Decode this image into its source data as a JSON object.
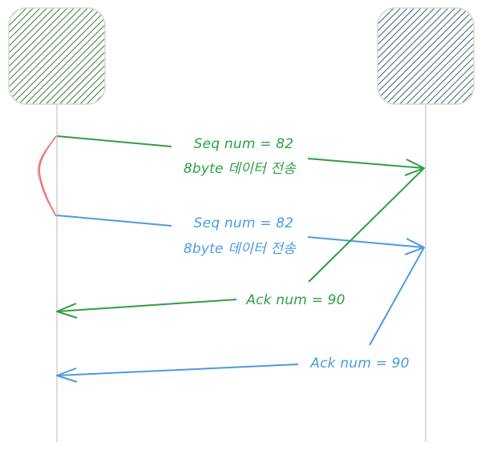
{
  "nodes": {
    "left": {
      "label": "",
      "color": "#2f5f2f"
    },
    "right": {
      "label": "",
      "color": "#2e4a5e"
    }
  },
  "messages": [
    {
      "line1": "Seq num = 82",
      "line2": "8byte 데이터 전송",
      "color": "#2f9e44"
    },
    {
      "line1": "Seq num = 82",
      "line2": "8byte 데이터 전송",
      "color": "#4a9be0"
    },
    {
      "line1": "Ack num = 90",
      "color": "#2f9e44"
    },
    {
      "line1": "Ack num = 90",
      "color": "#4a9be0"
    }
  ],
  "colors": {
    "lifeline": "#cfcfcf",
    "bracket": "#f07878"
  }
}
